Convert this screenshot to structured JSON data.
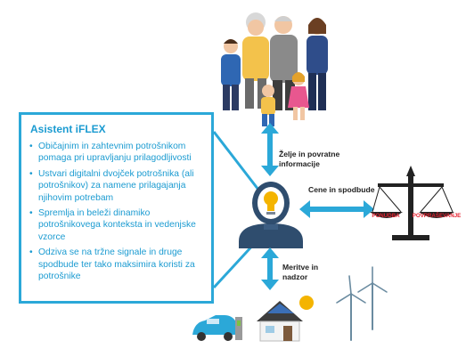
{
  "assistant": {
    "title": "Asistent iFLEX",
    "bullets": [
      "Običajnim in zahtevnim potrošnikom pomaga pri upravljanju prilagodljivosti",
      "Ustvari digitalni dvojček potrošnika (ali potrošnikov) za namene prilagajanja njihovim potrebam",
      "Spremlja in beleži dinamiko potrošnikovega konteksta in vedenjske vzorce",
      "Odziva se na tržne signale in druge spodbude ter tako maksimira koristi za potrošnike"
    ]
  },
  "flows": {
    "wishes": [
      "Želje in povratne",
      "informacije"
    ],
    "prices": "Cene in spodbude",
    "measurements": [
      "Meritve in",
      "nadzor"
    ]
  },
  "scale": {
    "left": "PONUDBA",
    "right": "POVPRAŠEVANJE"
  },
  "colors": {
    "accent": "#2ba8d8",
    "text_accent": "#1b9bd1",
    "robot": "#2f4d6e",
    "bulb": "#f4b400"
  },
  "icons": [
    "family-illustration",
    "robot-assistant-icon",
    "scale-icon",
    "electric-car-icon",
    "house-solar-icon",
    "wind-turbine-icon"
  ]
}
